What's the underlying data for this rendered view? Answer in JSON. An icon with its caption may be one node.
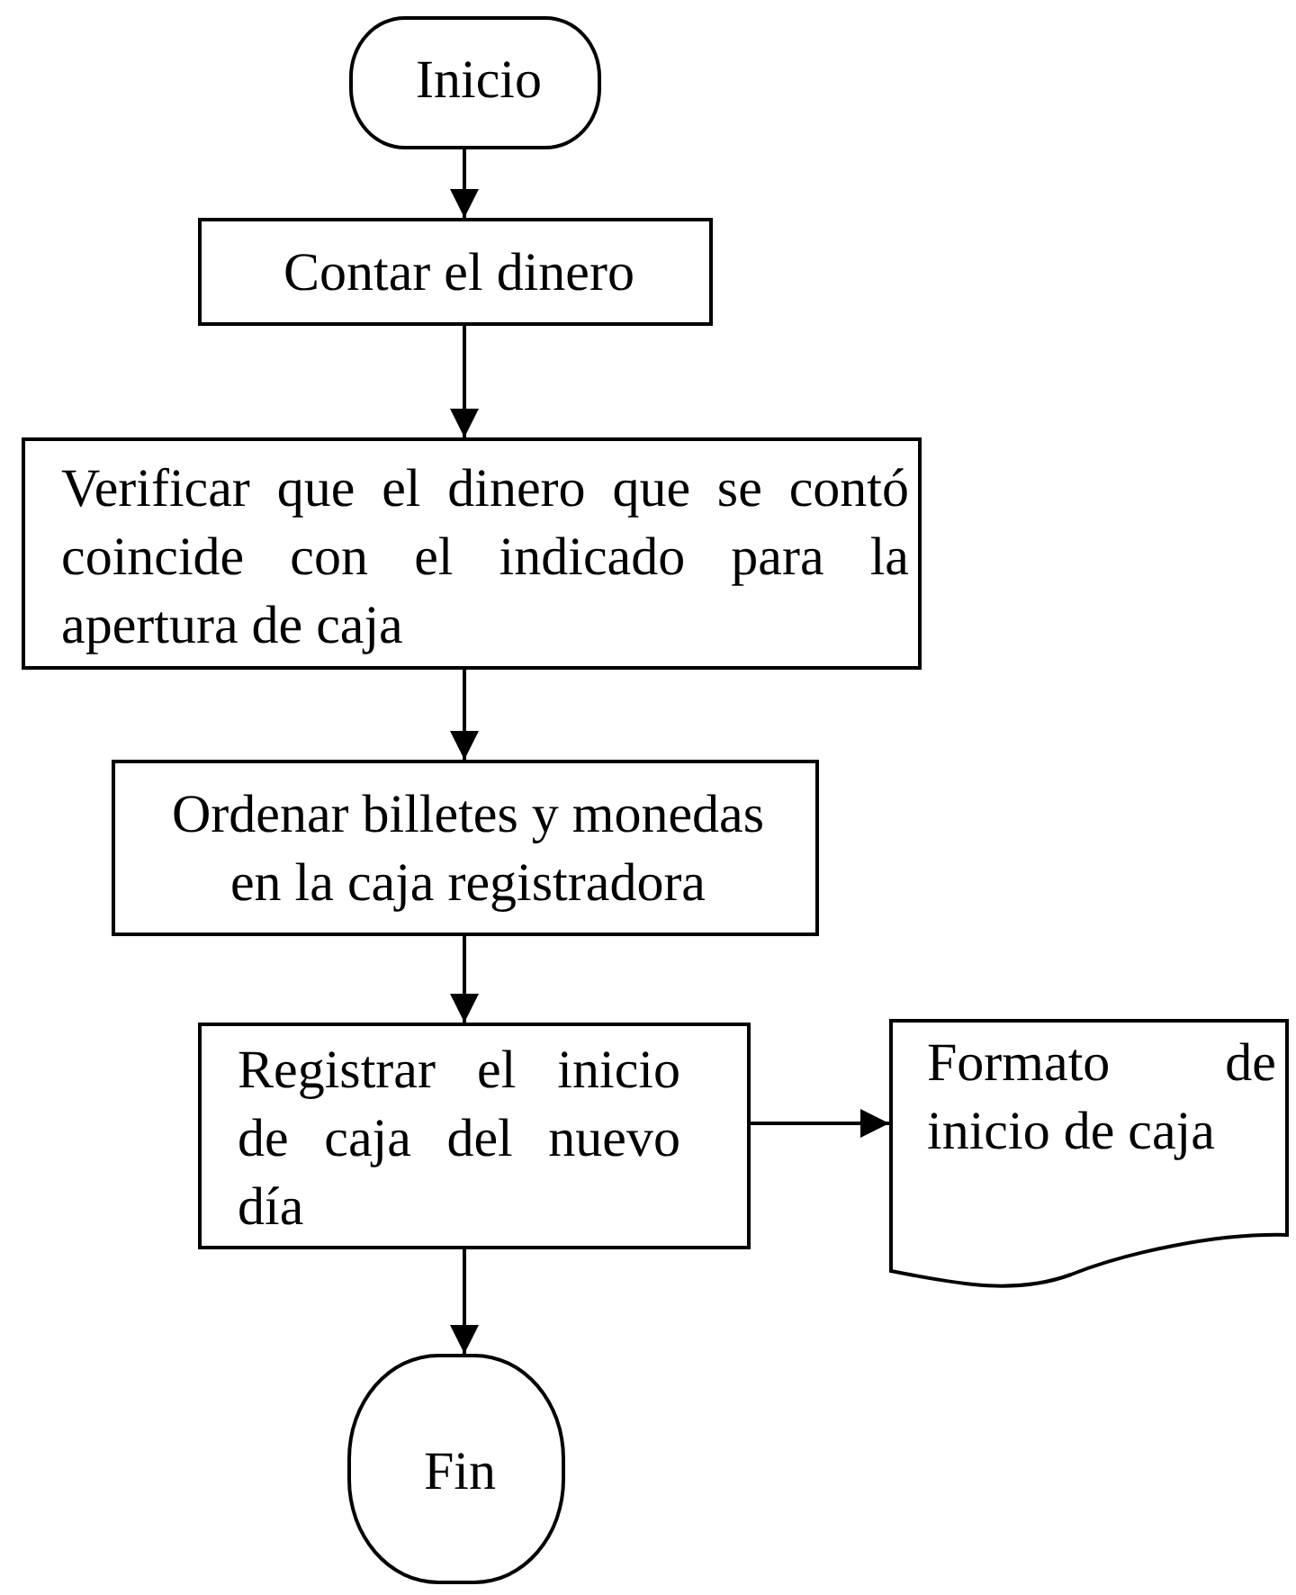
{
  "diagram": {
    "nodes": [
      {
        "text": [
          "Inicio"
        ]
      },
      {
        "text": [
          "Contar el dinero"
        ]
      },
      {
        "text": [
          "Verificar que el dinero que se contó coincide con el indicado para la apertura de caja"
        ]
      },
      {
        "text": [
          "Ordenar billetes y monedas en la caja registradora"
        ]
      },
      {
        "text": [
          "Registrar el inicio de caja del nuevo día"
        ]
      },
      {
        "text": [
          "Formato de inicio de caja"
        ]
      },
      {
        "text": [
          "Fin"
        ]
      }
    ],
    "edges": [
      {
        "from": 0,
        "to": 1,
        "arrow": "to"
      },
      {
        "from": 1,
        "to": 2,
        "arrow": "to"
      },
      {
        "from": 2,
        "to": 3,
        "arrow": "to"
      },
      {
        "from": 3,
        "to": 4,
        "arrow": "to"
      },
      {
        "from": 4,
        "to": 5,
        "arrow": "to"
      },
      {
        "from": 4,
        "to": 6,
        "arrow": "to"
      }
    ]
  }
}
